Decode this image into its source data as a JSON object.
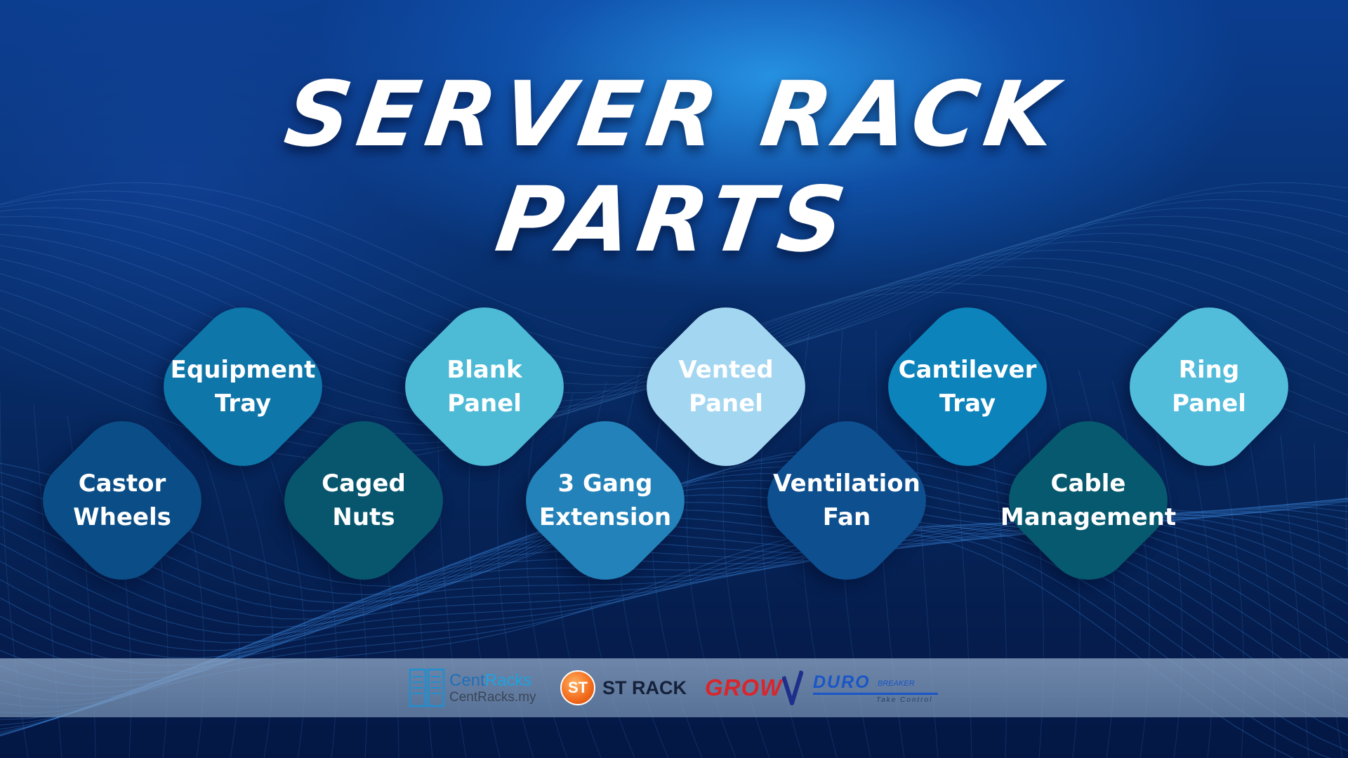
{
  "title": {
    "line1": "SERVER RACK",
    "line2": "PARTS"
  },
  "parts": [
    {
      "id": "castor-wheels",
      "lines": [
        "Castor",
        "Wheels"
      ],
      "color": "#0b4d86",
      "row": "bottom"
    },
    {
      "id": "equipment-tray",
      "lines": [
        "Equipment",
        "Tray"
      ],
      "color": "#0e76a9",
      "row": "top"
    },
    {
      "id": "caged-nuts",
      "lines": [
        "Caged",
        "Nuts"
      ],
      "color": "#07566e",
      "row": "bottom"
    },
    {
      "id": "blank-panel",
      "lines": [
        "Blank",
        "Panel"
      ],
      "color": "#4dbad6",
      "row": "top"
    },
    {
      "id": "3-gang-extension",
      "lines": [
        "3 Gang",
        "Extension"
      ],
      "color": "#2382b9",
      "row": "bottom"
    },
    {
      "id": "vented-panel",
      "lines": [
        "Vented",
        "Panel"
      ],
      "color": "#a3d6f1",
      "row": "top"
    },
    {
      "id": "ventilation-fan",
      "lines": [
        "Ventilation",
        "Fan"
      ],
      "color": "#0d4f8f",
      "row": "bottom"
    },
    {
      "id": "cantilever-tray",
      "lines": [
        "Cantilever",
        "Tray"
      ],
      "color": "#0c83bb",
      "row": "top"
    },
    {
      "id": "cable-management",
      "lines": [
        "Cable",
        "Management"
      ],
      "color": "#06596e",
      "row": "bottom"
    },
    {
      "id": "ring-panel",
      "lines": [
        "Ring",
        "Panel"
      ],
      "color": "#52bcdb",
      "row": "top"
    }
  ],
  "footer": {
    "centracks": {
      "brand_a": "Cent",
      "brand_b": "Racks",
      "url": "CentRacks.my"
    },
    "strack": {
      "mark": "ST",
      "name": "ST RACK"
    },
    "grow": {
      "name": "GROW"
    },
    "duro": {
      "name": "DURO",
      "sub": "BREAKER",
      "tagline": "Take Control"
    }
  }
}
